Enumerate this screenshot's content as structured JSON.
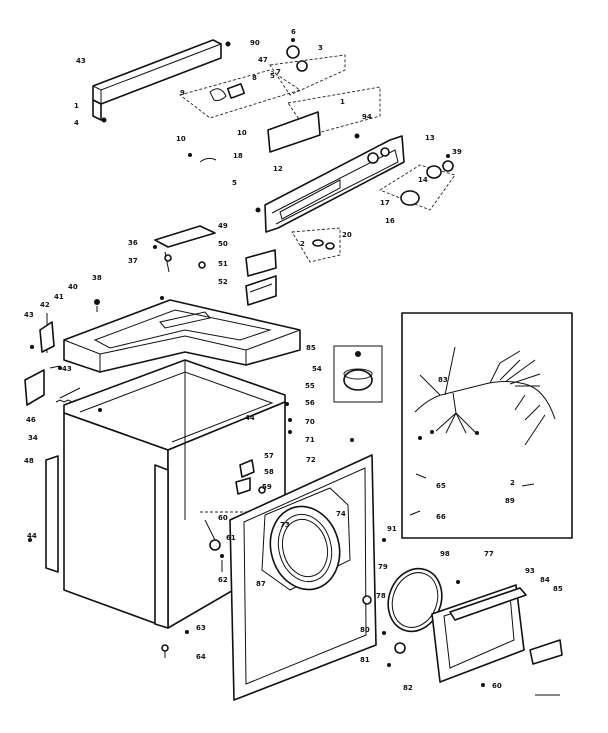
{
  "diagram": {
    "callouts": [
      {
        "id": "c1",
        "text": "43"
      },
      {
        "id": "c2",
        "text": "1"
      },
      {
        "id": "c3",
        "text": "4"
      },
      {
        "id": "c4",
        "text": "90"
      },
      {
        "id": "c5",
        "text": "6"
      },
      {
        "id": "c6",
        "text": "3"
      },
      {
        "id": "c7",
        "text": "47"
      },
      {
        "id": "c8",
        "text": "7"
      },
      {
        "id": "c9",
        "text": "5"
      },
      {
        "id": "c10",
        "text": "8"
      },
      {
        "id": "c11",
        "text": "9"
      },
      {
        "id": "c12",
        "text": "10"
      },
      {
        "id": "c13",
        "text": "1"
      },
      {
        "id": "c14",
        "text": "94"
      },
      {
        "id": "c15",
        "text": "13"
      },
      {
        "id": "c16",
        "text": "10"
      },
      {
        "id": "c17",
        "text": "18"
      },
      {
        "id": "c18",
        "text": "12"
      },
      {
        "id": "c19",
        "text": "39"
      },
      {
        "id": "c20",
        "text": "5"
      },
      {
        "id": "c21",
        "text": "16"
      },
      {
        "id": "c22",
        "text": "17"
      },
      {
        "id": "c23",
        "text": "14"
      },
      {
        "id": "c24",
        "text": "20"
      },
      {
        "id": "c25",
        "text": "2"
      },
      {
        "id": "c26",
        "text": "49"
      },
      {
        "id": "c27",
        "text": "36"
      },
      {
        "id": "c28",
        "text": "50"
      },
      {
        "id": "c29",
        "text": "37"
      },
      {
        "id": "c30",
        "text": "51"
      },
      {
        "id": "c31",
        "text": "38"
      },
      {
        "id": "c32",
        "text": "52"
      },
      {
        "id": "c33",
        "text": "42"
      },
      {
        "id": "c34",
        "text": "41"
      },
      {
        "id": "c35",
        "text": "40"
      },
      {
        "id": "c36",
        "text": "43"
      },
      {
        "id": "c37",
        "text": "85"
      },
      {
        "id": "c38",
        "text": "43"
      },
      {
        "id": "c39",
        "text": "54"
      },
      {
        "id": "c40",
        "text": "55"
      },
      {
        "id": "c41",
        "text": "56"
      },
      {
        "id": "c42",
        "text": "46"
      },
      {
        "id": "c43",
        "text": "34"
      },
      {
        "id": "c44",
        "text": "44"
      },
      {
        "id": "c45",
        "text": "70"
      },
      {
        "id": "c46",
        "text": "71"
      },
      {
        "id": "c47",
        "text": "48"
      },
      {
        "id": "c48",
        "text": "72"
      },
      {
        "id": "c49",
        "text": "57"
      },
      {
        "id": "c50",
        "text": "58"
      },
      {
        "id": "c51",
        "text": "59"
      },
      {
        "id": "c52",
        "text": "60"
      },
      {
        "id": "c53",
        "text": "73"
      },
      {
        "id": "c54",
        "text": "74"
      },
      {
        "id": "c55",
        "text": "61"
      },
      {
        "id": "c56",
        "text": "44"
      },
      {
        "id": "c57",
        "text": "62"
      },
      {
        "id": "c58",
        "text": "87"
      },
      {
        "id": "c59",
        "text": "63"
      },
      {
        "id": "c60",
        "text": "64"
      },
      {
        "id": "c61",
        "text": "91"
      },
      {
        "id": "c62",
        "text": "98"
      },
      {
        "id": "c63",
        "text": "77"
      },
      {
        "id": "c64",
        "text": "78"
      },
      {
        "id": "c65",
        "text": "79"
      },
      {
        "id": "c66",
        "text": "93"
      },
      {
        "id": "c67",
        "text": "84"
      },
      {
        "id": "c68",
        "text": "85"
      },
      {
        "id": "c69",
        "text": "80"
      },
      {
        "id": "c70",
        "text": "81"
      },
      {
        "id": "c71",
        "text": "82"
      },
      {
        "id": "c72",
        "text": "60"
      },
      {
        "id": "c73",
        "text": "83"
      },
      {
        "id": "c74",
        "text": "2"
      },
      {
        "id": "c75",
        "text": "89"
      },
      {
        "id": "c76",
        "text": "65"
      },
      {
        "id": "c77",
        "text": "66"
      }
    ]
  }
}
